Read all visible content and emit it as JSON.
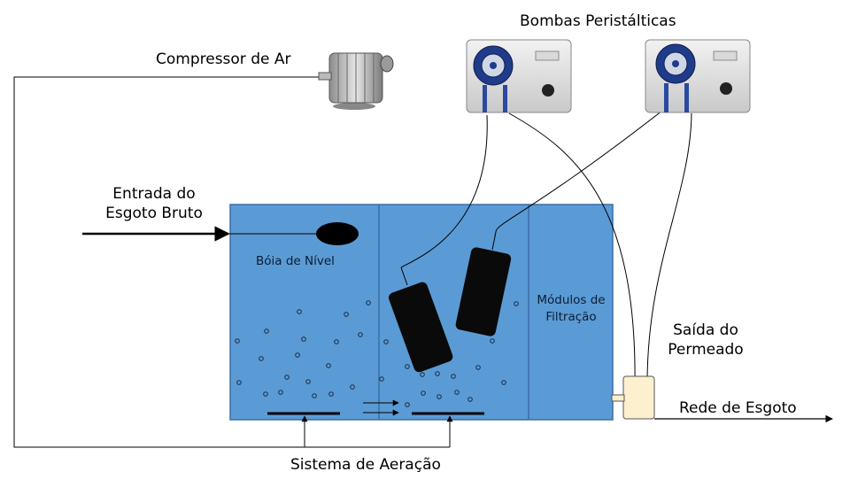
{
  "labels": {
    "compressor": "Compressor de Ar",
    "pumps": "Bombas Peristálticas",
    "inlet_line1": "Entrada do",
    "inlet_line2": "Esgoto Bruto",
    "float": "Bóia de Nível",
    "modules_line1": "Módulos de",
    "modules_line2": "Filtração",
    "permeate_line1": "Saída do",
    "permeate_line2": "Permeado",
    "sewer": "Rede de Esgoto",
    "aeration": "Sistema de Aeração"
  },
  "colors": {
    "tank_fill": "#5b9bd5",
    "tank_stroke": "#3a6ea5",
    "line": "#000000",
    "module": "#0a0a0a",
    "collector_fill": "#fdf0cf",
    "pump_body": "#e4e4e4",
    "pump_head": "#1f3b8a"
  },
  "icons": [
    "air-compressor-icon",
    "peristaltic-pump-icon",
    "float-switch-icon",
    "membrane-module-icon",
    "permeate-collector-icon"
  ]
}
